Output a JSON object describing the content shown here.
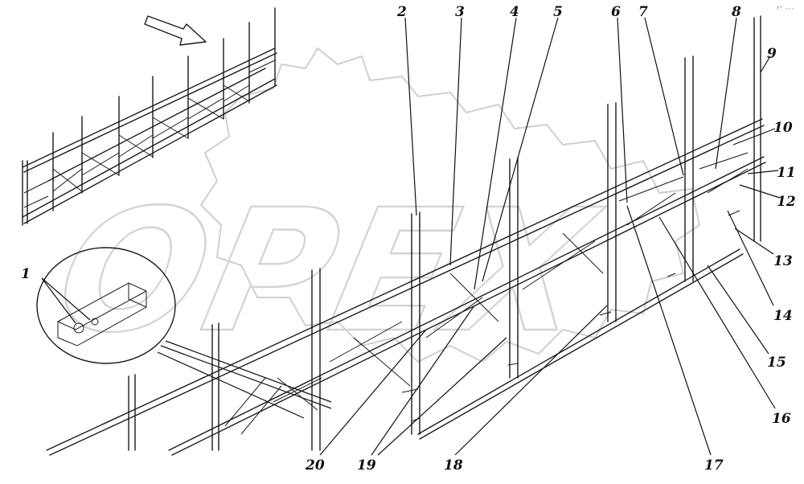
{
  "watermark": {
    "brand": "OPEX"
  },
  "stamp": {
    "text": "г° ₌₌₌"
  },
  "callouts": [
    {
      "id": "1",
      "label": "1"
    },
    {
      "id": "2",
      "label": "2"
    },
    {
      "id": "3",
      "label": "3"
    },
    {
      "id": "4",
      "label": "4"
    },
    {
      "id": "5",
      "label": "5"
    },
    {
      "id": "6",
      "label": "6"
    },
    {
      "id": "7",
      "label": "7"
    },
    {
      "id": "8",
      "label": "8"
    },
    {
      "id": "9",
      "label": "9"
    },
    {
      "id": "10",
      "label": "10"
    },
    {
      "id": "11",
      "label": "11"
    },
    {
      "id": "12",
      "label": "12"
    },
    {
      "id": "13",
      "label": "13"
    },
    {
      "id": "14",
      "label": "14"
    },
    {
      "id": "15",
      "label": "15"
    },
    {
      "id": "16",
      "label": "16"
    },
    {
      "id": "17",
      "label": "17"
    },
    {
      "id": "18",
      "label": "18"
    },
    {
      "id": "19",
      "label": "19"
    },
    {
      "id": "20",
      "label": "20"
    }
  ],
  "icons": {
    "direction": "direction-arrow-icon"
  },
  "colors": {
    "line": "#1a1a1a",
    "watermark": "#d4d4d4",
    "background": "#ffffff"
  }
}
